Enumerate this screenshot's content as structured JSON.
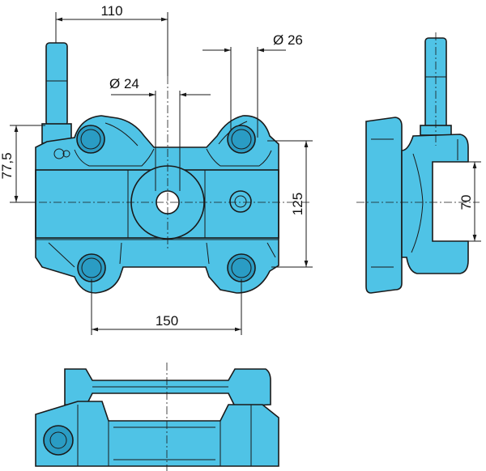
{
  "colors": {
    "part_fill": "#4fc3e6",
    "part_dark": "#2a9cc4",
    "line": "#1a1a1a",
    "background": "#ffffff"
  },
  "dimensions": {
    "d110": "110",
    "d26": "Ø 26",
    "d24": "Ø 24",
    "d77_5": "77,5",
    "d125": "125",
    "d150": "150",
    "d70": "70"
  }
}
